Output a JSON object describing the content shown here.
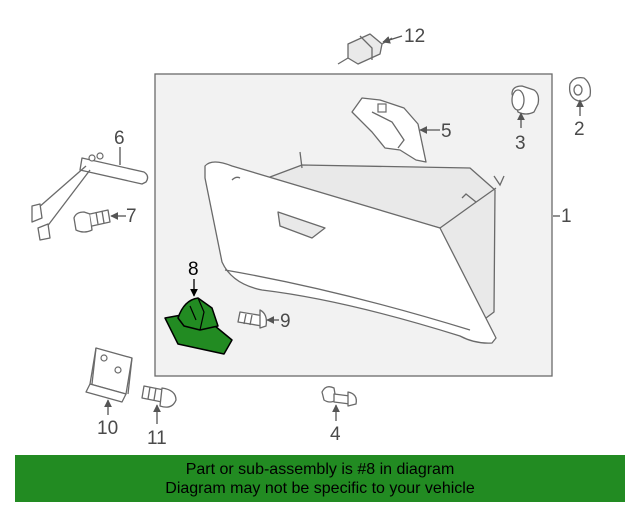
{
  "callouts": {
    "c1": "1",
    "c2": "2",
    "c3": "3",
    "c4": "4",
    "c5": "5",
    "c6": "6",
    "c7": "7",
    "c8": "8",
    "c9": "9",
    "c10": "10",
    "c11": "11",
    "c12": "12"
  },
  "highlight_color": "#228b22",
  "banner": {
    "line1": "Part or sub-assembly is #8 in diagram",
    "line2": "Diagram may not be specific to your vehicle"
  }
}
